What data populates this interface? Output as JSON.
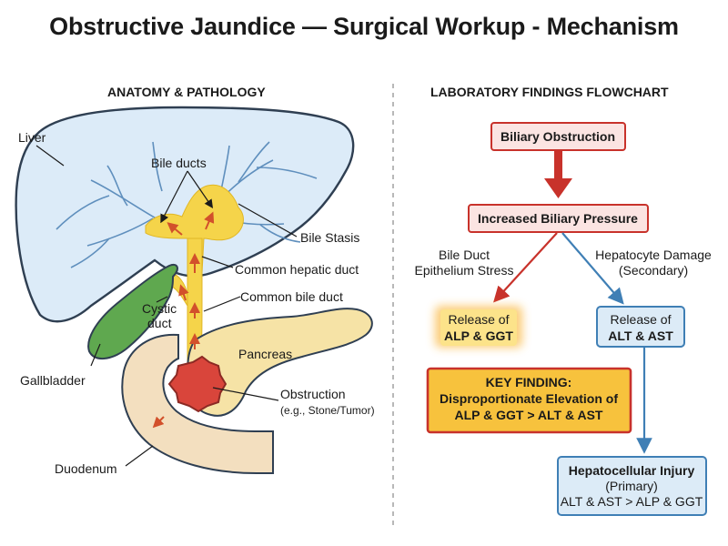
{
  "title": "Obstructive Jaundice — Surgical Workup - Mechanism",
  "left_heading": "ANATOMY & PATHOLOGY",
  "right_heading": "LABORATORY FINDINGS FLOWCHART",
  "anatomy": {
    "liver": "Liver",
    "bile_ducts": "Bile ducts",
    "bile_stasis": "Bile Stasis",
    "common_hepatic_duct": "Common hepatic duct",
    "cystic_duct_line1": "Cystic",
    "cystic_duct_line2": "duct",
    "common_bile_duct": "Common bile duct",
    "pancreas": "Pancreas",
    "gallbladder": "Gallbladder",
    "obstruction": "Obstruction",
    "obstruction_note": "(e.g., Stone/Tumor)",
    "duodenum": "Duodenum"
  },
  "flowchart": {
    "biliary_obstruction": "Biliary Obstruction",
    "increased_pressure": "Increased Biliary Pressure",
    "left_branch_line1": "Bile Duct",
    "left_branch_line2": "Epithelium Stress",
    "right_branch_line1": "Hepatocyte Damage",
    "right_branch_line2": "(Secondary)",
    "release_alp_line1": "Release of",
    "release_alp_line2": "ALP & GGT",
    "release_alt_line1": "Release of",
    "release_alt_line2": "ALT & AST",
    "key_finding_line1": "KEY FINDING:",
    "key_finding_line2": "Disproportionate Elevation of",
    "key_finding_line3": "ALP & GGT > ALT & AST",
    "hepatocellular_line1": "Hepatocellular Injury",
    "hepatocellular_line2": "(Primary)",
    "hepatocellular_line3": "ALT & AST > ALP & GGT"
  },
  "colors": {
    "liver_fill": "#dcebf8",
    "outline": "#2f3f52",
    "bile": "#f5d44a",
    "gallbladder": "#5fa84f",
    "pancreas": "#f6e3a6",
    "duodenum": "#f3dfbf",
    "obstruction": "#d9453b",
    "red_arrow": "#c8322b",
    "blue_arrow": "#3f7fb5",
    "red_box_fill": "#fbe4e2",
    "blue_box_fill": "#dcebf7",
    "key_box_fill": "#f7c23d"
  }
}
